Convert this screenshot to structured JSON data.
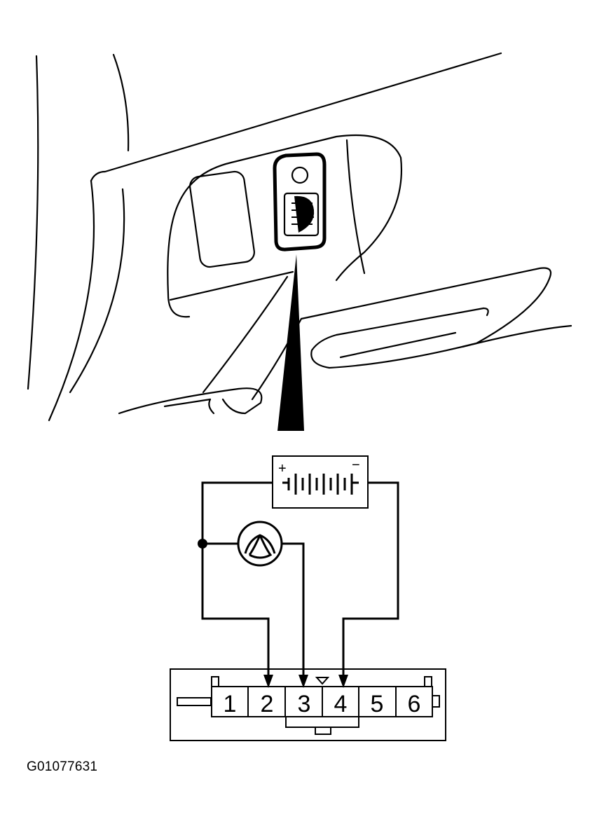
{
  "figure_id": "G01077631",
  "battery": {
    "positive_sign": "+",
    "negative_sign": "−"
  },
  "connector": {
    "pins": [
      "1",
      "2",
      "3",
      "4",
      "5",
      "6"
    ]
  },
  "icons": [
    "dimmer-switch-icon",
    "bulb-icon",
    "battery-icon",
    "pointer-arrow-icon"
  ]
}
